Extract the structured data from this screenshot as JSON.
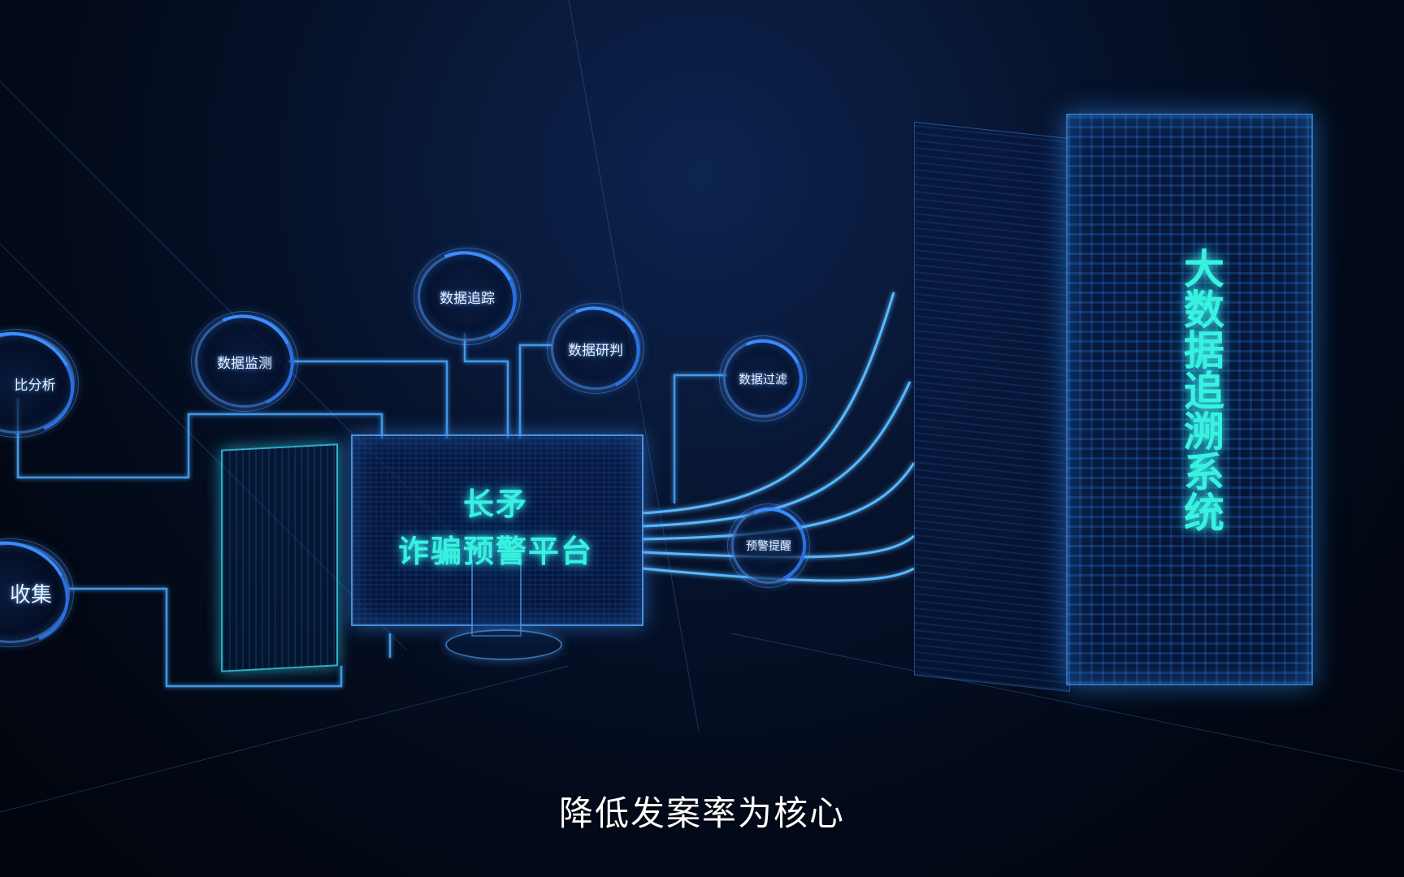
{
  "nodes": [
    {
      "key": "compare",
      "label": "比分析"
    },
    {
      "key": "collect",
      "label": "收集"
    },
    {
      "key": "monitor",
      "label": "数据监测"
    },
    {
      "key": "track",
      "label": "数据追踪"
    },
    {
      "key": "judge",
      "label": "数据研判"
    },
    {
      "key": "filter",
      "label": "数据过滤"
    },
    {
      "key": "alert",
      "label": "预警提醒"
    }
  ],
  "platform": {
    "line1": "长矛",
    "line2": "诈骗预警平台"
  },
  "server": {
    "title": "大数据追溯系统"
  },
  "subtitle": "降低发案率为核心",
  "colors": {
    "glow_cyan": "#38f2e0",
    "line_blue": "#3b8cff",
    "background": "#06122b"
  }
}
